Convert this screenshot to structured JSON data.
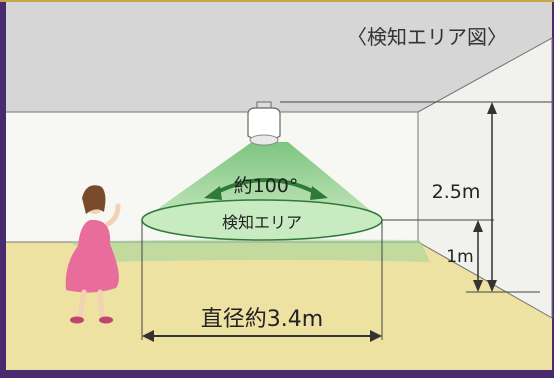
{
  "title": "〈検知エリア図〉",
  "angle_label": "約100°",
  "area_label": "検知エリア",
  "height_label": "2.5m",
  "low_height_label": "1m",
  "diameter_label": "直径約3.4m",
  "colors": {
    "frame": "#4a2a6e",
    "frame_accent": "#c8a64a",
    "ceiling": "#d6d6d6",
    "wall": "#f7f7f4",
    "floor": "#eee2a2",
    "cone": "#79c57c",
    "cone_light": "#bfe4b6",
    "line": "#333333",
    "green_line": "#2f7a37"
  }
}
